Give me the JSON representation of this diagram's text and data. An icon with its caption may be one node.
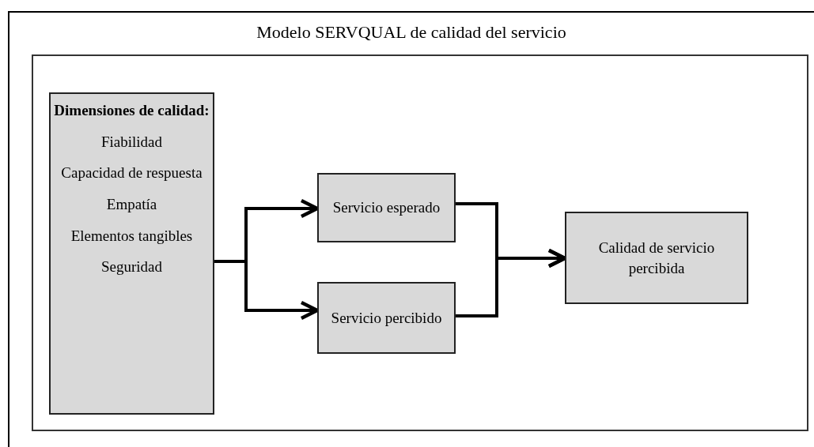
{
  "diagram": {
    "title": "Modelo SERVQUAL de calidad del servicio",
    "nodes": [
      {
        "text": [
          "Dimensiones de calidad:",
          "Fiabilidad",
          "Capacidad de respuesta",
          "Empatía",
          "Elementos tangibles",
          "Seguridad"
        ]
      },
      {
        "text": [
          "Servicio esperado"
        ]
      },
      {
        "text": [
          "Servicio percibido"
        ]
      },
      {
        "text": [
          "Calidad de servicio percibida"
        ]
      }
    ],
    "edges": [
      {
        "from": 0,
        "to": 1,
        "arrow": "to"
      },
      {
        "from": 0,
        "to": 2,
        "arrow": "to"
      },
      {
        "from": 1,
        "to": 3,
        "arrow": "to"
      },
      {
        "from": 2,
        "to": 3,
        "arrow": "to"
      }
    ]
  }
}
